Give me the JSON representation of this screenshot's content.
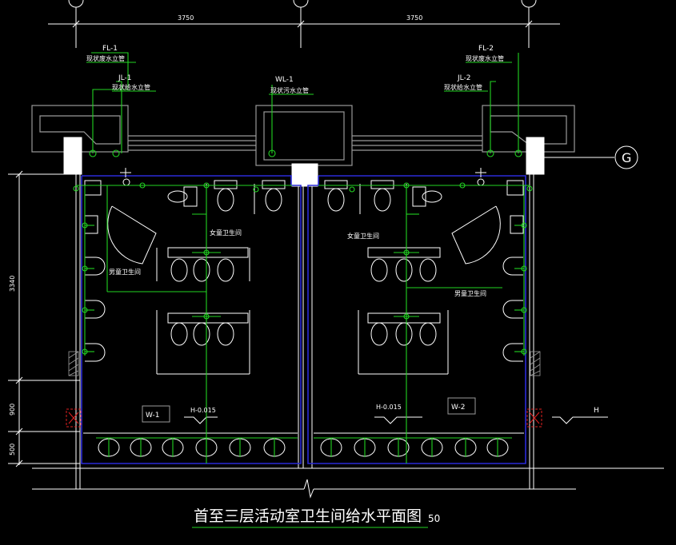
{
  "title": "首至三层活动室卫生间给水平面图",
  "scale": "50",
  "dimensions": {
    "span_left": "3750",
    "span_right": "3750",
    "v_main": "3340",
    "v_mid": "900",
    "v_bottom": "500"
  },
  "axis_label": "G",
  "pipes": [
    {
      "code": "FL-1",
      "desc": "现状废水立管"
    },
    {
      "code": "JL-1",
      "desc": "现状给水立管"
    },
    {
      "code": "WL-1",
      "desc": "现状污水立管"
    },
    {
      "code": "FL-2",
      "desc": "现状废水立管"
    },
    {
      "code": "JL-2",
      "desc": "现状给水立管"
    }
  ],
  "rooms": {
    "boys_left": "男童卫生间",
    "girls_left": "女童卫生间",
    "girls_right": "女童卫生间",
    "boys_right": "男童卫生间"
  },
  "tags": {
    "w1": "W-1",
    "w2": "W-2"
  },
  "elevations": {
    "left": "H-0.015",
    "right": "H-0.015",
    "right_edge": "H"
  },
  "colors": {
    "green": "#22d322",
    "blue": "#2a2ad8",
    "white": "#ffffff",
    "red": "#e02020",
    "gray": "#9a9a9a"
  }
}
